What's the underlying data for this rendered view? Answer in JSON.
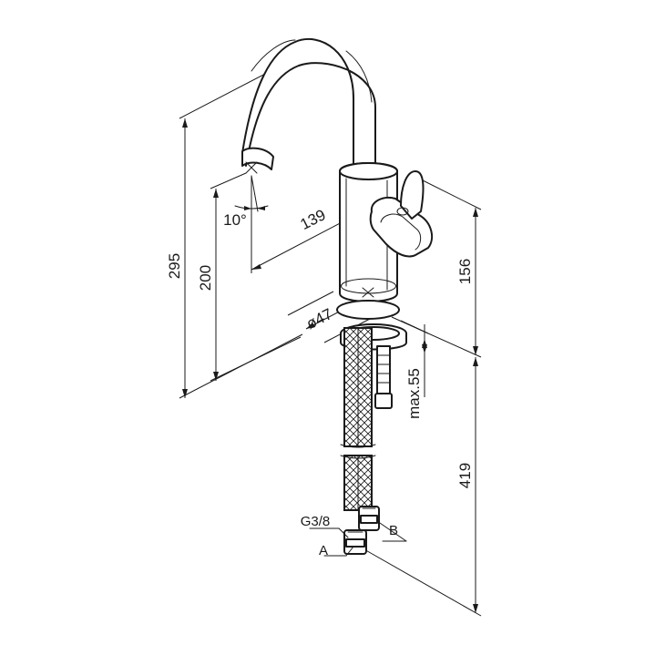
{
  "figure": {
    "type": "technical-drawing",
    "subject": "single-lever basin faucet with swivel spout",
    "line_color": "#1a1a1a",
    "background": "#ffffff"
  },
  "dimensions": {
    "total_height": "295",
    "spout_height": "200",
    "spout_reach": "139",
    "spout_angle": "10°",
    "body_height": "156",
    "base_diameter": "ø47",
    "mount_thickness": "max.55",
    "hose_length": "419"
  },
  "callouts": {
    "thread": "G3/8",
    "hose_a": "A",
    "hose_b": "B"
  }
}
